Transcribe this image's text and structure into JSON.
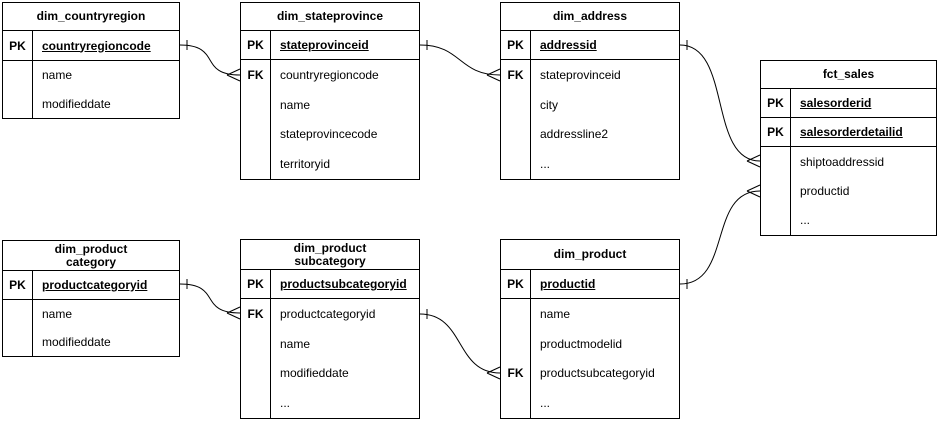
{
  "diagram": {
    "kind": "entity-relationship",
    "notation": "crows-foot",
    "background_color": "#ffffff",
    "line_color": "#000000",
    "text_color": "#000000"
  },
  "tables": [
    {
      "title": "dim_countryregion",
      "pk_rows": [
        {
          "key": "PK",
          "field": "countryregioncode"
        }
      ],
      "body_rows": [
        {
          "key": "",
          "field": "name"
        },
        {
          "key": "",
          "field": "modifieddate"
        }
      ]
    },
    {
      "title": "dim_stateprovince",
      "pk_rows": [
        {
          "key": "PK",
          "field": "stateprovinceid"
        }
      ],
      "body_rows": [
        {
          "key": "FK",
          "field": "countryregioncode"
        },
        {
          "key": "",
          "field": "name"
        },
        {
          "key": "",
          "field": "stateprovincecode"
        },
        {
          "key": "",
          "field": "territoryid"
        }
      ]
    },
    {
      "title": "dim_address",
      "pk_rows": [
        {
          "key": "PK",
          "field": "addressid"
        }
      ],
      "body_rows": [
        {
          "key": "FK",
          "field": "stateprovinceid"
        },
        {
          "key": "",
          "field": "city"
        },
        {
          "key": "",
          "field": "addressline2"
        },
        {
          "key": "",
          "field": "..."
        }
      ]
    },
    {
      "title": "fct_sales",
      "pk_rows": [
        {
          "key": "PK",
          "field": "salesorderid"
        },
        {
          "key": "PK",
          "field": "salesorderdetailid"
        }
      ],
      "body_rows": [
        {
          "key": "",
          "field": "shiptoaddressid"
        },
        {
          "key": "",
          "field": "productid"
        },
        {
          "key": "",
          "field": "..."
        }
      ]
    },
    {
      "title": "dim_product\ncategory",
      "pk_rows": [
        {
          "key": "PK",
          "field": "productcategoryid"
        }
      ],
      "body_rows": [
        {
          "key": "",
          "field": "name"
        },
        {
          "key": "",
          "field": "modifieddate"
        }
      ]
    },
    {
      "title": "dim_product\nsubcategory",
      "pk_rows": [
        {
          "key": "PK",
          "field": "productsubcategoryid"
        }
      ],
      "body_rows": [
        {
          "key": "FK",
          "field": "productcategoryid"
        },
        {
          "key": "",
          "field": "name"
        },
        {
          "key": "",
          "field": "modifieddate"
        },
        {
          "key": "",
          "field": "..."
        }
      ]
    },
    {
      "title": "dim_product",
      "pk_rows": [
        {
          "key": "PK",
          "field": "productid"
        }
      ],
      "body_rows": [
        {
          "key": "",
          "field": "name"
        },
        {
          "key": "",
          "field": "productmodelid"
        },
        {
          "key": "FK",
          "field": "productsubcategoryid"
        },
        {
          "key": "",
          "field": "..."
        }
      ]
    }
  ],
  "relationships": [
    {
      "from_table": "dim_countryregion",
      "from_field": "countryregioncode",
      "to_table": "dim_stateprovince",
      "to_field": "countryregioncode",
      "from_cardinality": "one",
      "to_cardinality": "many"
    },
    {
      "from_table": "dim_stateprovince",
      "from_field": "stateprovinceid",
      "to_table": "dim_address",
      "to_field": "stateprovinceid",
      "from_cardinality": "one",
      "to_cardinality": "many"
    },
    {
      "from_table": "dim_address",
      "from_field": "addressid",
      "to_table": "fct_sales",
      "to_field": "shiptoaddressid",
      "from_cardinality": "one",
      "to_cardinality": "many"
    },
    {
      "from_table": "dim_product",
      "from_field": "productid",
      "to_table": "fct_sales",
      "to_field": "productid",
      "from_cardinality": "one",
      "to_cardinality": "many"
    },
    {
      "from_table": "dim_productcategory",
      "from_field": "productcategoryid",
      "to_table": "dim_productsubcategory",
      "to_field": "productcategoryid",
      "from_cardinality": "one",
      "to_cardinality": "many"
    },
    {
      "from_table": "dim_productsubcategory",
      "from_field": "productsubcategoryid",
      "to_table": "dim_product",
      "to_field": "productsubcategoryid",
      "from_cardinality": "one",
      "to_cardinality": "many"
    }
  ]
}
